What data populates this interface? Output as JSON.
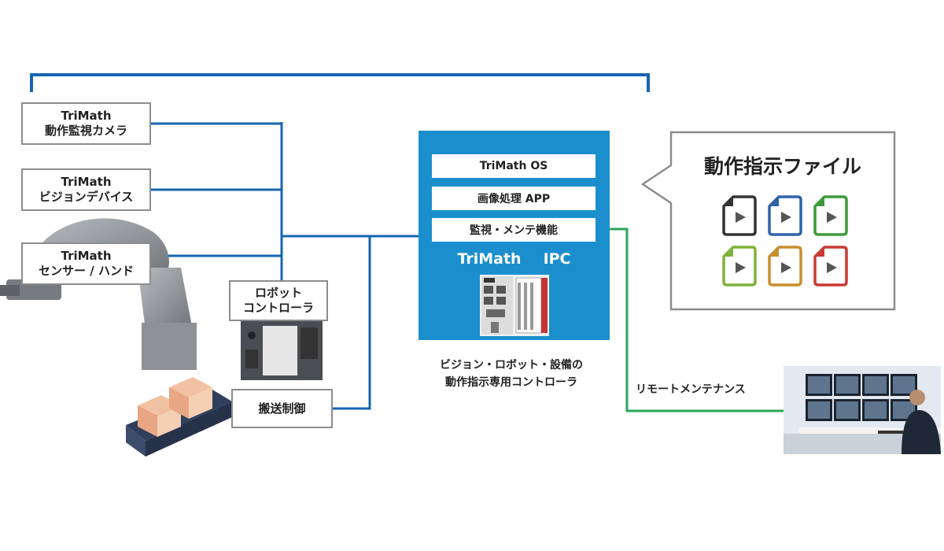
{
  "devices": [
    {
      "line1": "TriMath",
      "line2": "動作監視カメラ"
    },
    {
      "line1": "TriMath",
      "line2": "ビジョンデバイス"
    },
    {
      "line1": "TriMath",
      "line2": "センサー / ハンド"
    }
  ],
  "robot_controller": {
    "line1": "ロボット",
    "line2": "コントローラ"
  },
  "transport_control": {
    "label": "搬送制御"
  },
  "ipc": {
    "items": [
      "TriMath OS",
      "画像処理 APP",
      "監視・メンテ機能"
    ],
    "title_left": "TriMath",
    "title_right": "IPC",
    "caption_line1": "ビジョン・ロボット・設備の",
    "caption_line2": "動作指示専用コントローラ"
  },
  "motion_files": {
    "title": "動作指示ファイル",
    "icon_colors": [
      "#333333",
      "#2e63a8",
      "#3f9a3f",
      "#7fb23a",
      "#c98e2e",
      "#c83a32"
    ]
  },
  "remote": {
    "label": "リモートメンテナンス"
  },
  "colors": {
    "network_line": "#1565b0",
    "remote_line": "#2aa65a",
    "box_border": "#8c8c8c",
    "ipc_panel": "#1b8fcd"
  }
}
